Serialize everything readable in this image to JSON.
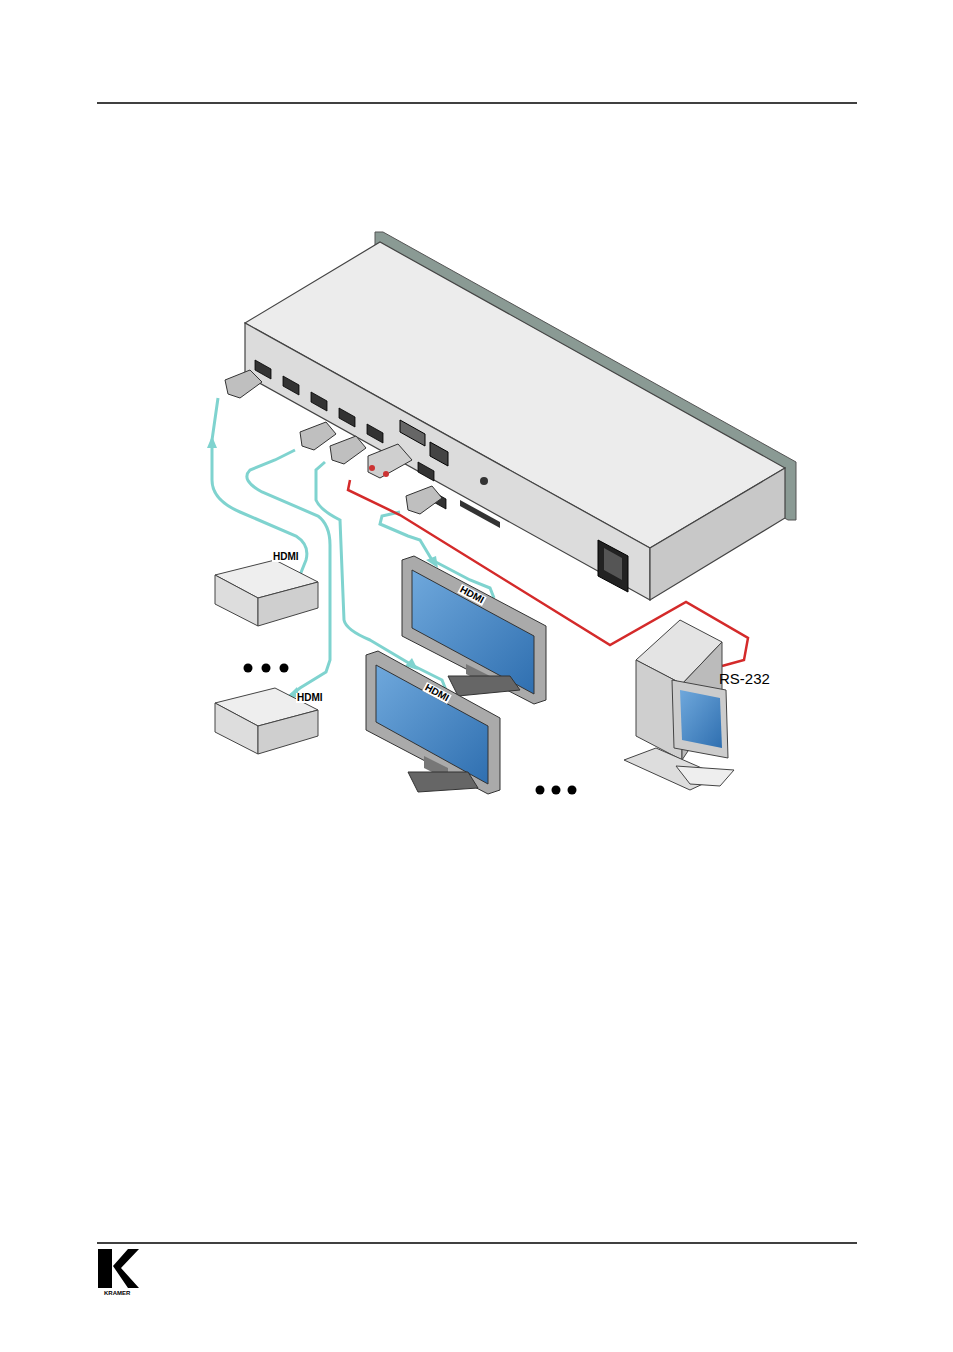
{
  "diagram": {
    "labels": [
      "HDMI",
      "HDMI",
      "HDMI",
      "HDMI",
      "RS-232",
      "KRAMER"
    ]
  }
}
